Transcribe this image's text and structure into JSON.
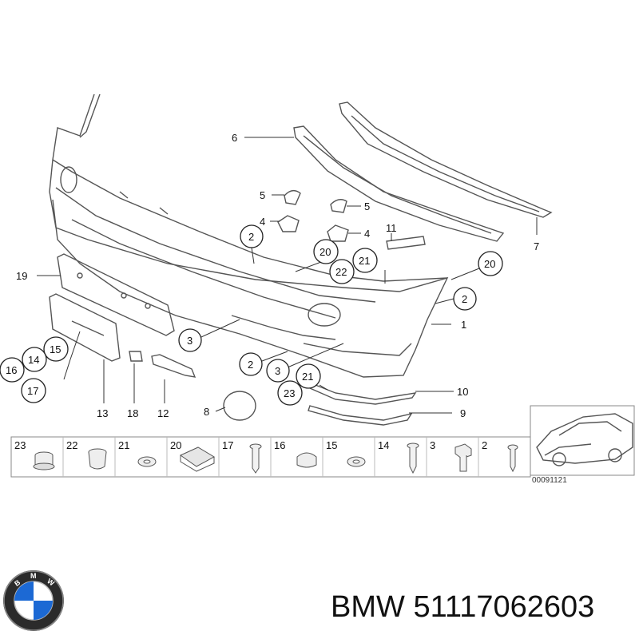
{
  "diagram_id": "00091121",
  "brand": "BMW",
  "part_number": "51117062603",
  "callouts": {
    "c1": "1",
    "c2a": "2",
    "c2b": "2",
    "c2c": "2",
    "c3a": "3",
    "c3b": "3",
    "c4a": "4",
    "c4b": "4",
    "c5a": "5",
    "c5b": "5",
    "c6": "6",
    "c7": "7",
    "c8": "8",
    "c9": "9",
    "c10": "10",
    "c11": "11",
    "c12": "12",
    "c13": "13",
    "c14": "14",
    "c15": "15",
    "c16": "16",
    "c17": "17",
    "c18": "18",
    "c19": "19",
    "c20a": "20",
    "c20b": "20",
    "c21a": "21",
    "c21b": "21",
    "c22": "22",
    "c23": "23"
  },
  "hardware_strip": [
    "23",
    "22",
    "21",
    "20",
    "17",
    "16",
    "15",
    "14",
    "3",
    "2"
  ]
}
